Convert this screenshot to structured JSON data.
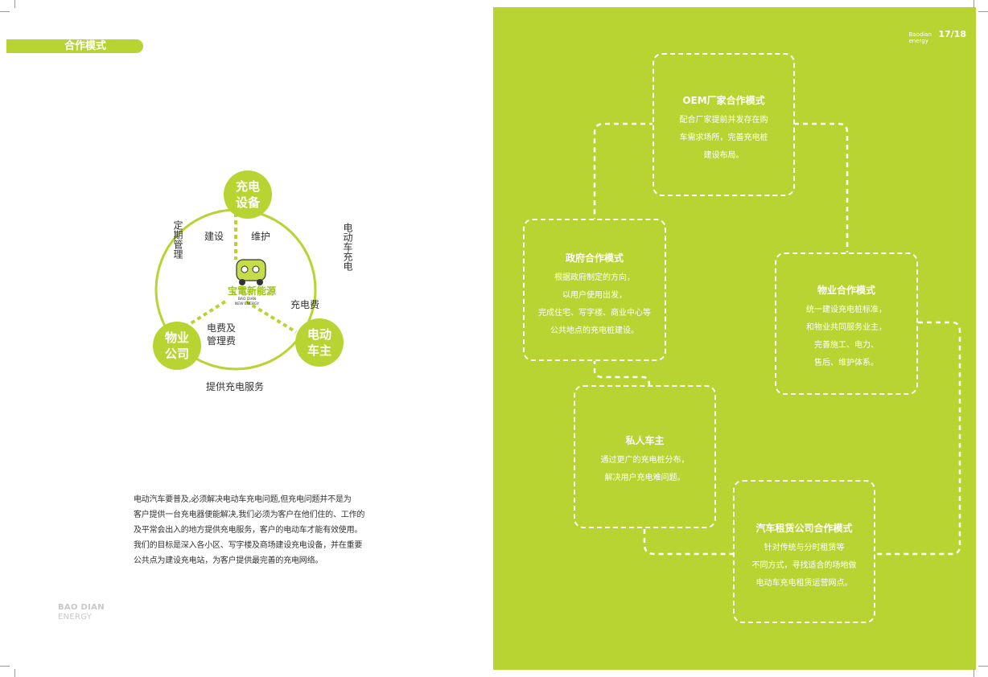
{
  "left_page": {
    "section_title": "合作模式",
    "cycle": {
      "nodes": {
        "top": [
          "充电",
          "设备"
        ],
        "left": [
          "物业",
          "公司"
        ],
        "right": [
          "电动",
          "车主"
        ]
      },
      "outer_labels": {
        "left_vertical": "定期管理",
        "right_vertical": "电动车充电",
        "bottom": "提供充电服务"
      },
      "inner_labels": {
        "top_left": "建设",
        "top_right": "维护",
        "right": "充电费",
        "left_line1": "电费及",
        "left_line2": "管理费"
      },
      "center_logo": {
        "cn": "宝電新能源",
        "en_line1": "BAO DIAN",
        "en_line2": "NEW ENERGY"
      }
    },
    "paragraph": [
      "电动汽车要普及,必须解决电动车充电问题,但充电问题并不是为",
      "客户提供一台充电器便能解决,我们必须为客户在他们住的、工作的",
      "及平常会出入的地方提供充电服务，客户的电动车才能有效使用。",
      "我们的目标是深入各小区、写字楼及商场建设充电设备，并在重要",
      "公共点为建设充电站，为客户提供最完善的充电网络。"
    ],
    "footer_brand": {
      "line1": "BAO DIAN",
      "line2": "ENERGY"
    }
  },
  "right_page": {
    "brand_mark": {
      "line1": "Baodian",
      "line2": "energy"
    },
    "page_number": "17/18",
    "boxes": {
      "oem": {
        "title": "OEM厂家合作模式",
        "lines": [
          "配合厂家提前并发存在购",
          "车需求场所，完善充电桩",
          "建设布局。"
        ]
      },
      "gov": {
        "title": "政府合作模式",
        "lines": [
          "根据政府制定的方向，",
          "以用户使用出发，",
          "完成住宅、写字楼、商业中心等",
          "公共地点的充电桩建设。"
        ]
      },
      "property": {
        "title": "物业合作模式",
        "lines": [
          "统一建设充电桩标准，",
          "和物业共同服务业主，",
          "完善施工、电力、",
          "售后、维护体系。"
        ]
      },
      "private": {
        "title": "私人车主",
        "lines": [
          "通过更广的充电桩分布，",
          "解决用户充电难问题。"
        ]
      },
      "rental": {
        "title": "汽车租赁公司合作模式",
        "lines": [
          "针对传统与分时租赁等",
          "不同方式，寻找适合的场地做",
          "电动车充电租赁运营网点。"
        ]
      }
    }
  },
  "colors": {
    "accent": "#b8d432",
    "text": "#333333",
    "white": "#ffffff"
  }
}
